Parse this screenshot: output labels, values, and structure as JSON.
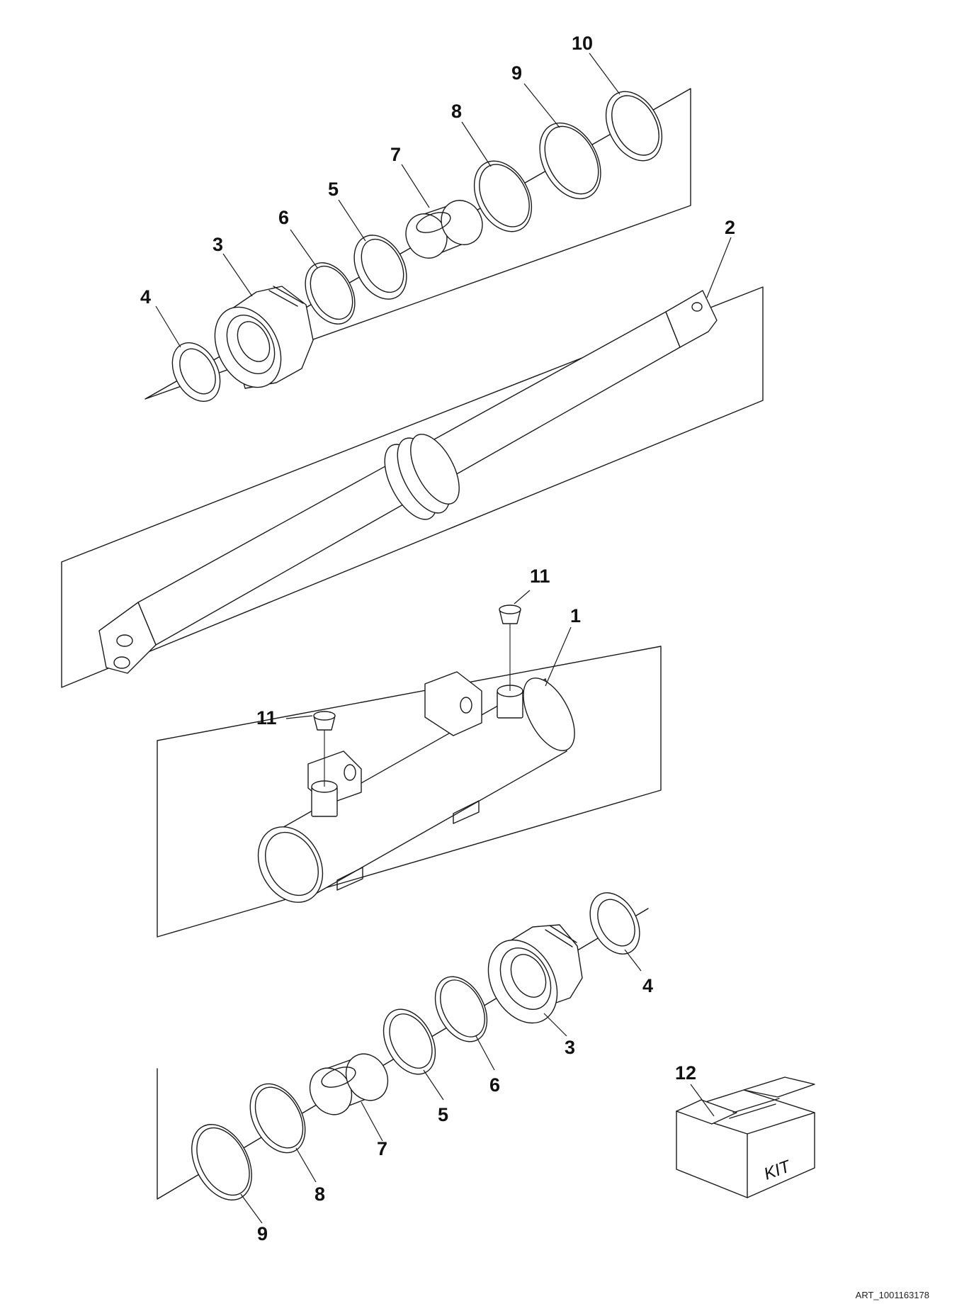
{
  "callouts": {
    "upper_10": "10",
    "upper_9": "9",
    "upper_8": "8",
    "upper_7": "7",
    "upper_5": "5",
    "upper_6": "6",
    "upper_3": "3",
    "upper_4": "4",
    "rod_2": "2",
    "port_11_top": "11",
    "barrel_1": "1",
    "port_11_left": "11",
    "lower_4": "4",
    "lower_3": "3",
    "lower_6": "6",
    "lower_5": "5",
    "lower_7": "7",
    "lower_8": "8",
    "lower_9": "9",
    "kit_12": "12"
  },
  "kit_label": "KIT",
  "art_id": "ART_1001163178"
}
